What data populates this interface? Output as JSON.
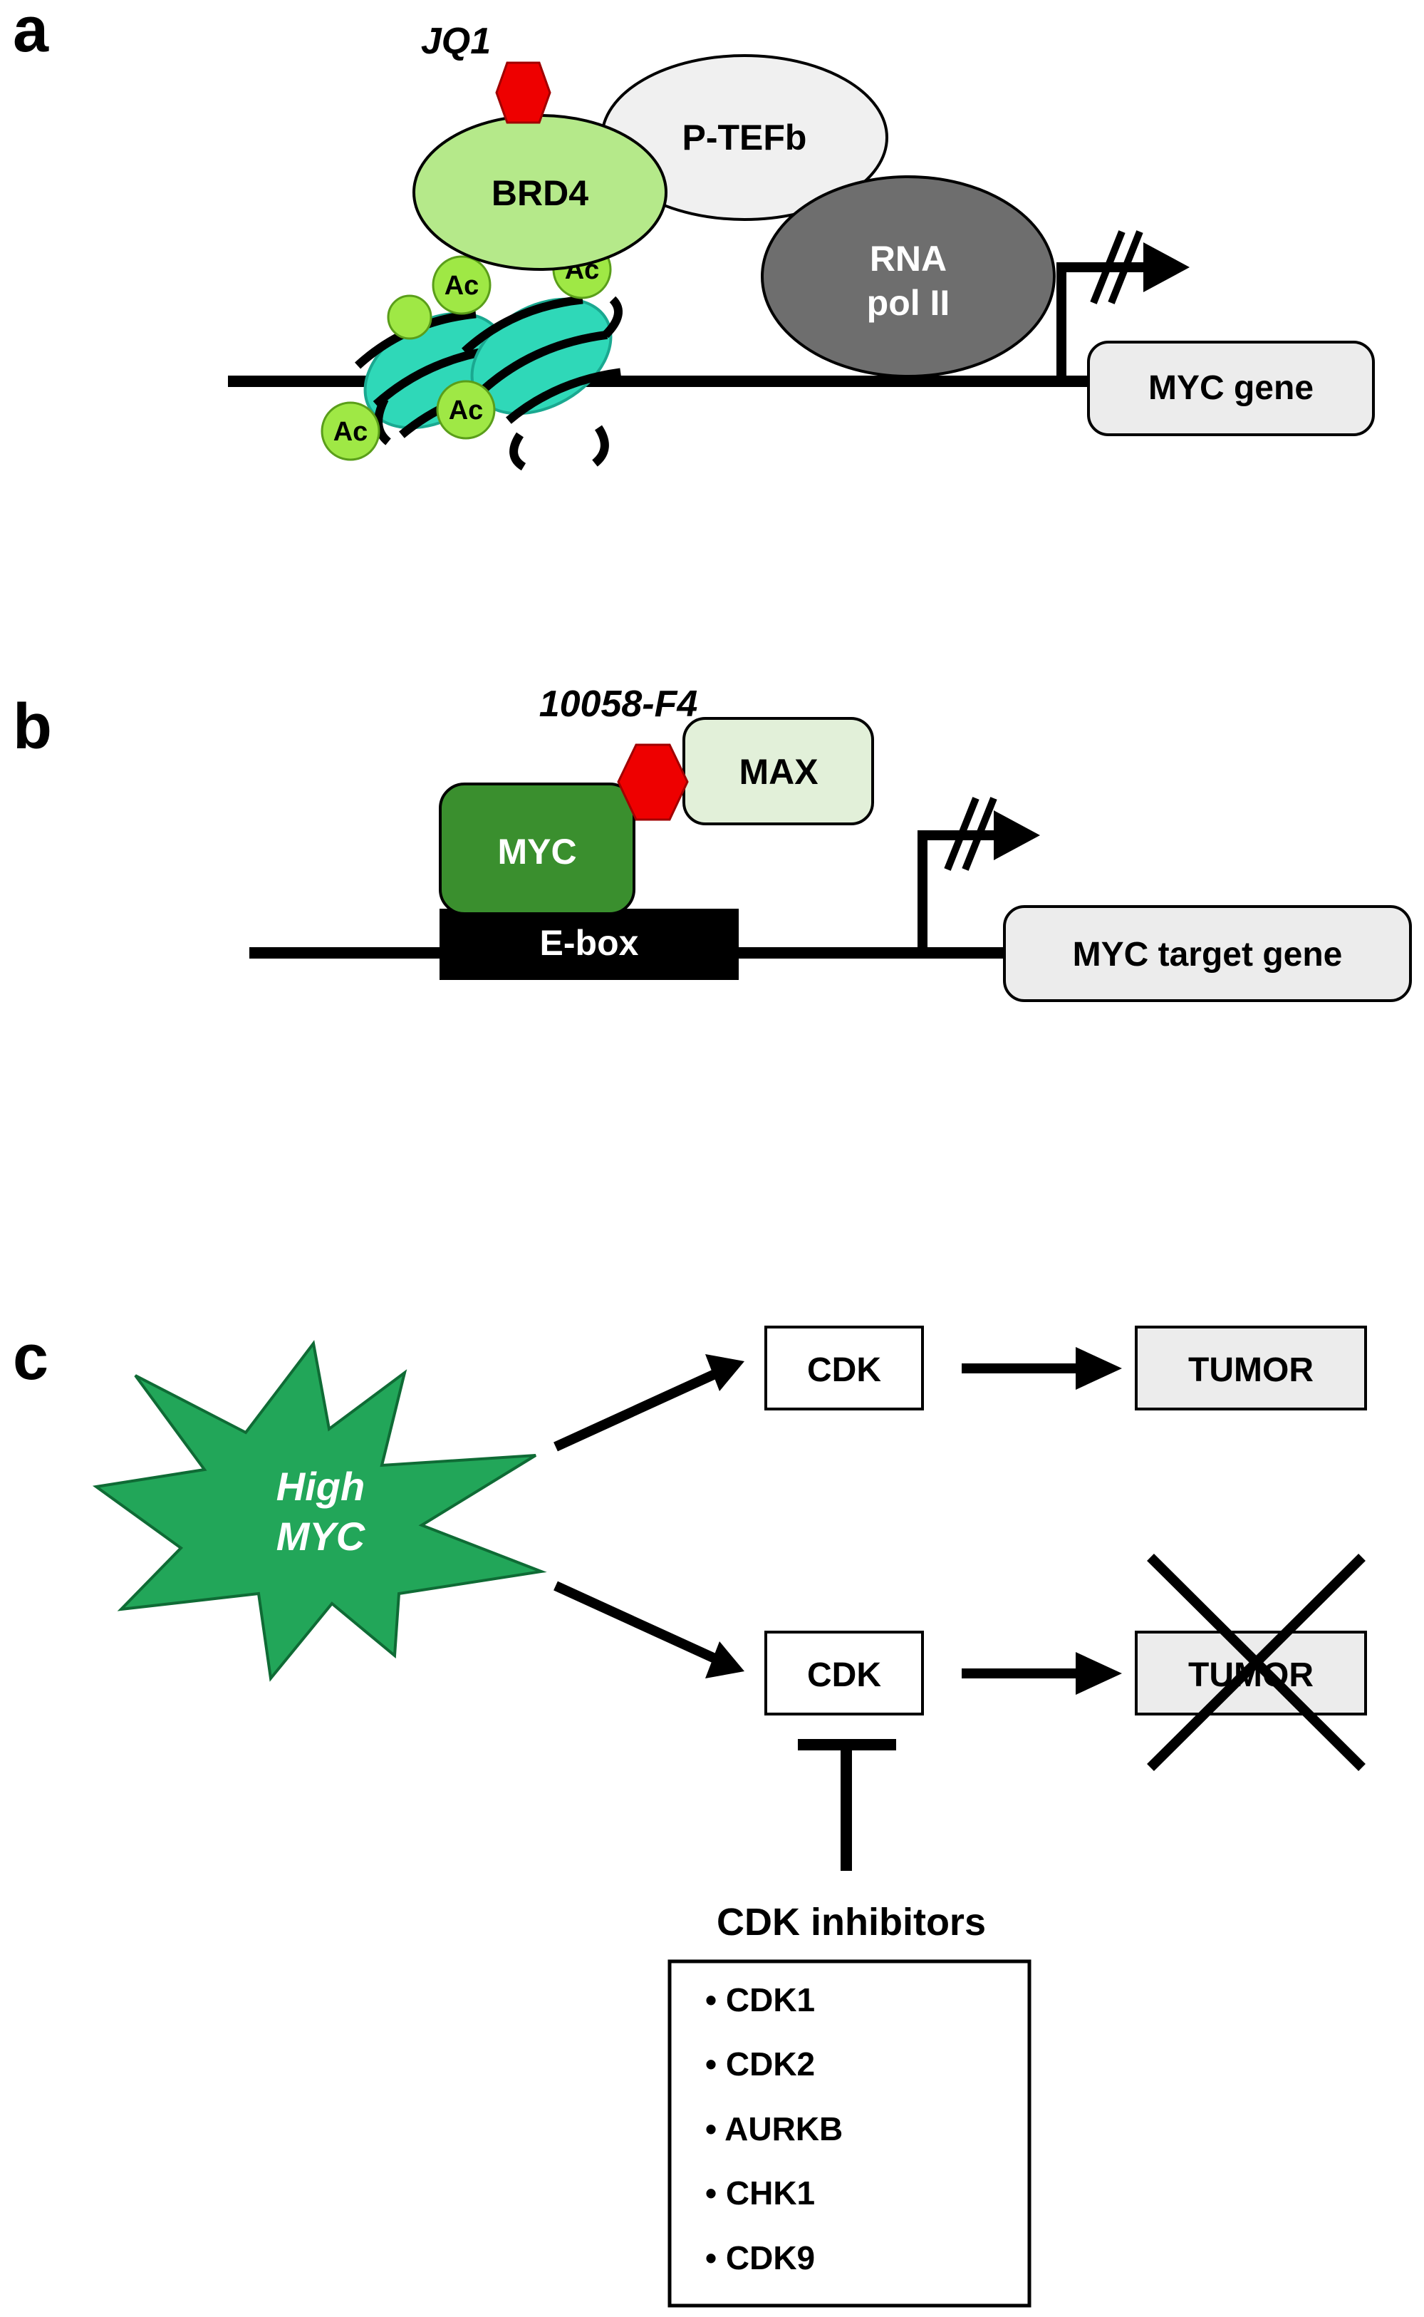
{
  "panel_a": {
    "label": "a",
    "drug": "JQ1",
    "brd4": "BRD4",
    "ptefb": "P-TEFb",
    "rnapol_line1": "RNA",
    "rnapol_line2": "pol II",
    "acetyl": "Ac",
    "gene": "MYC gene"
  },
  "panel_b": {
    "label": "b",
    "drug": "10058-F4",
    "max": "MAX",
    "myc": "MYC",
    "ebox": "E-box",
    "gene": "MYC target gene"
  },
  "panel_c": {
    "label": "c",
    "high_line1": "High",
    "high_line2": "MYC",
    "cdk_top": "CDK",
    "cdk_bottom": "CDK",
    "tumor_top": "TUMOR",
    "tumor_bottom": "TUMOR",
    "inhibitors_title": "CDK inhibitors",
    "inhibitors": [
      "• CDK1",
      "• CDK2",
      "• AURKB",
      "• CHK1",
      "• CDK9"
    ]
  },
  "colors": {
    "drug_red": "#ee0000",
    "brd4_green": "#b5e98a",
    "nucleosome_teal": "#2fd8b8",
    "acetyl_green": "#9fe845",
    "ptefb_grey": "#f0f0f0",
    "rnapol_grey": "#6e6e6e",
    "gene_box_grey": "#ececec",
    "myc_green": "#3a8f2e",
    "max_green": "#e2f0d9",
    "starburst_green": "#22a659"
  }
}
